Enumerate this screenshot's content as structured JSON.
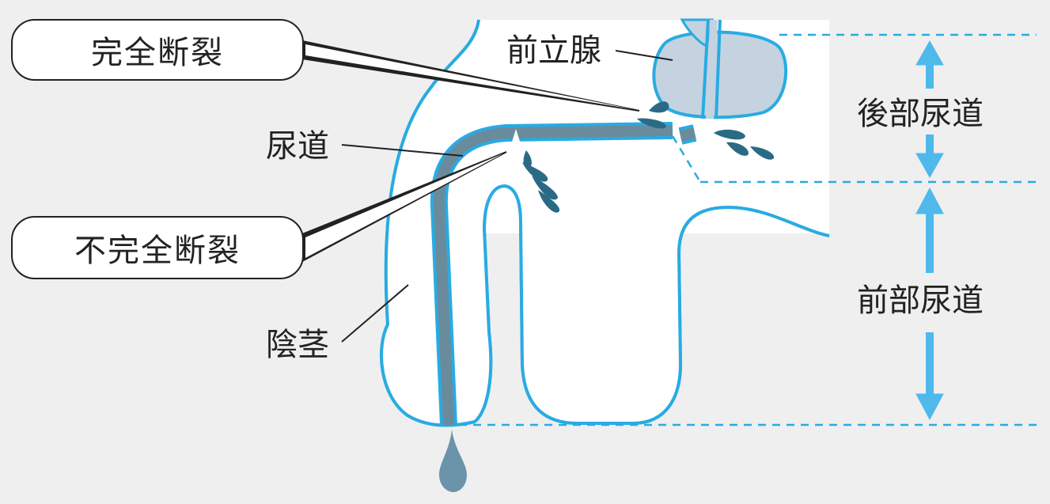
{
  "labels": {
    "complete_rupture": "完全断裂",
    "incomplete_rupture": "不完全断裂",
    "prostate": "前立腺",
    "urethra": "尿道",
    "penis": "陰茎",
    "posterior_urethra": "後部尿道",
    "anterior_urethra": "前部尿道"
  },
  "colors": {
    "background": "#efefef",
    "outline": "#29abe2",
    "arrow": "#4fb9ec",
    "urethra_fill": "#6a8b9c",
    "blood": "#2b6a85",
    "prostate_fill": "#c4d3df",
    "drip": "#6b93aa"
  }
}
